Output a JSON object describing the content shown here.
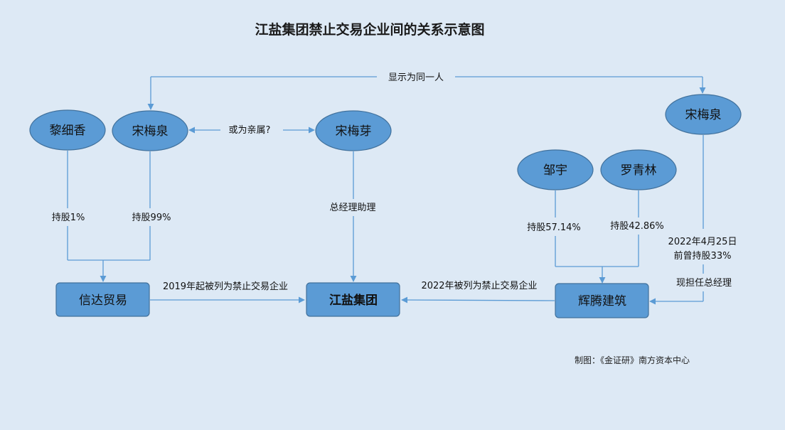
{
  "title": "江盐集团禁止交易企业间的关系示意图",
  "nodes": {
    "lixiangxiang": "黎细香",
    "songmeiquan_left": "宋梅泉",
    "songmeiya": "宋梅芽",
    "songmeiquan_right": "宋梅泉",
    "zouyu": "邹宇",
    "luoqinglin": "罗青林",
    "xinda": "信达贸易",
    "jiangyan": "江盐集团",
    "huiteng": "辉腾建筑"
  },
  "labels": {
    "same_person": "显示为同一人",
    "relative": "或为亲属?",
    "share_1": "持股1%",
    "share_99": "持股99%",
    "assistant": "总经理助理",
    "share_5714": "持股57.14%",
    "share_4286": "持股42.86%",
    "former_line1": "2022年4月25日",
    "former_line2": "前曾持股33%",
    "current_gm": "现担任总经理",
    "banned_2019": "2019年起被列为禁止交易企业",
    "banned_2022": "2022年被列为禁止交易企业"
  },
  "credit": "制图：《金证研》南方资本中心",
  "colors": {
    "background": "#dde9f5",
    "node_fill": "#5b9bd5",
    "node_stroke": "#41719c",
    "edge": "#5b9bd5"
  }
}
